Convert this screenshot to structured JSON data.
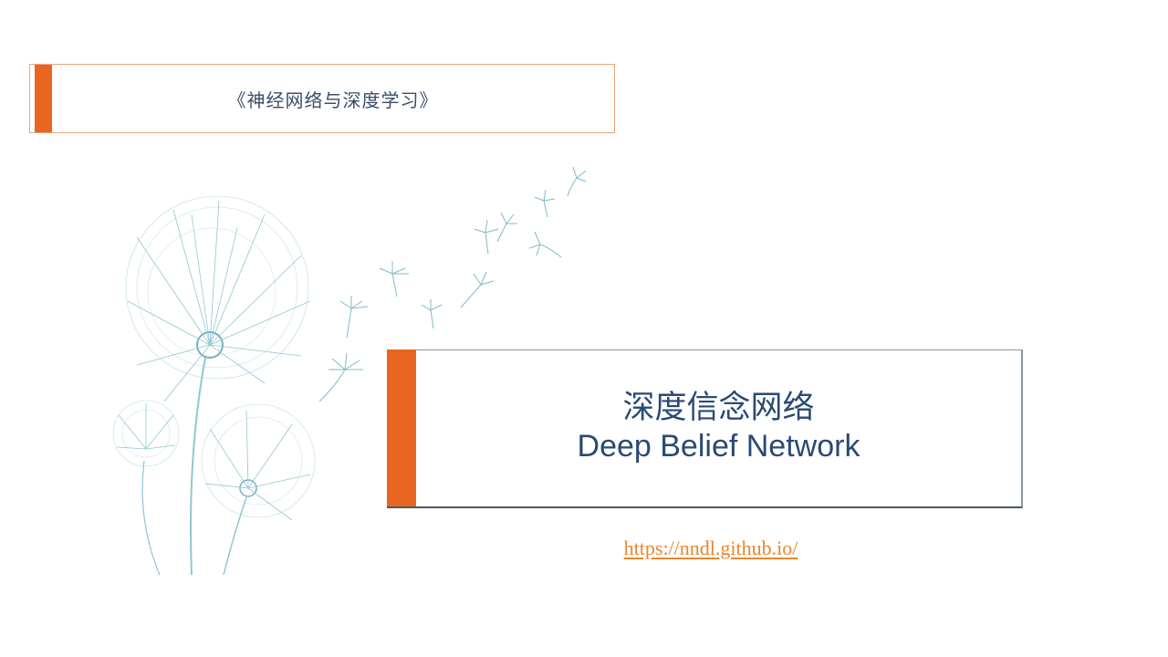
{
  "slide": {
    "book_title": "《神经网络与深度学习》",
    "title_zh": "深度信念网络",
    "title_en": "Deep Belief Network",
    "link": "https://nndl.github.io/"
  },
  "colors": {
    "accent_orange": "#e8661f",
    "title_blue": "#2a4a73",
    "link_orange": "#e8862f",
    "dandelion_teal": "#6fb3c2"
  },
  "decorations": [
    "dandelion-illustration",
    "floating-seeds"
  ]
}
